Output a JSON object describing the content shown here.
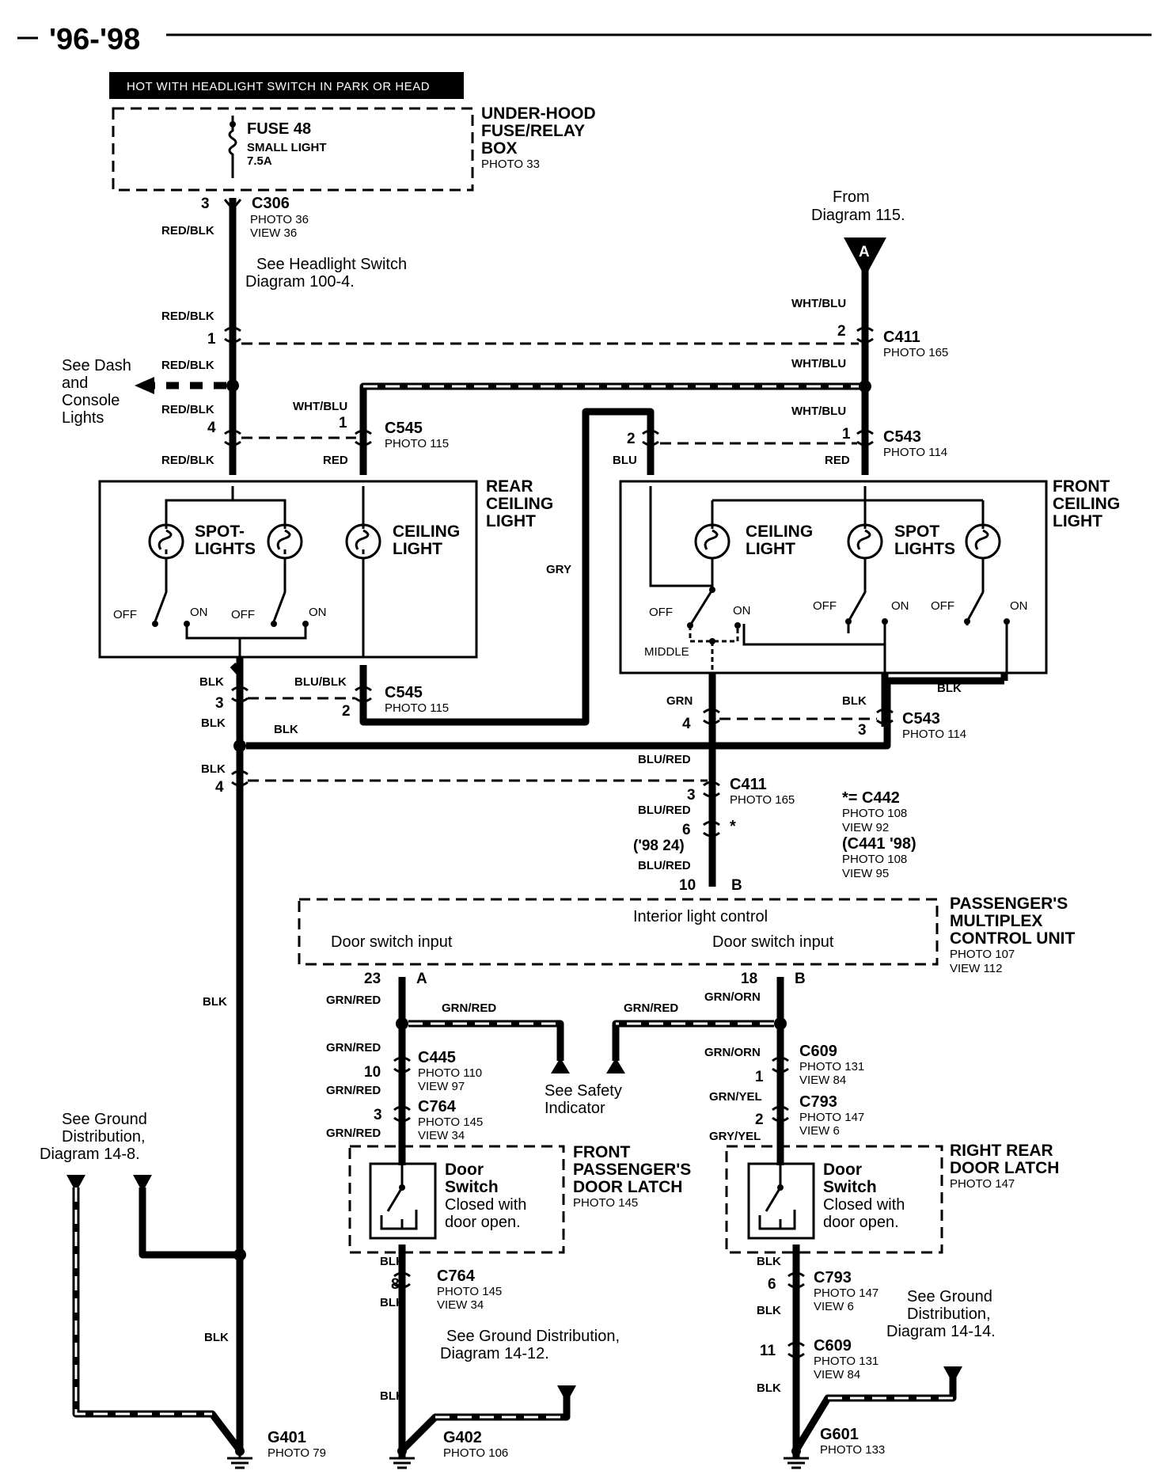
{
  "header": {
    "years": "'96-'98"
  },
  "banner": "HOT WITH HEADLIGHT SWITCH IN PARK OR HEAD",
  "fuse_box": {
    "title": [
      "UNDER-HOOD",
      "FUSE/RELAY",
      "BOX"
    ],
    "photo": "PHOTO 33",
    "fuse": "FUSE 48",
    "fuse_name": "SMALL LIGHT",
    "rating": "7.5A"
  },
  "from_diagram": {
    "line1": "From",
    "line2": "Diagram 115.",
    "marker": "A"
  },
  "connectors": {
    "c306": {
      "name": "C306",
      "photo": "PHOTO 36",
      "view": "VIEW 36",
      "pin": "3"
    },
    "c411_top": {
      "name": "C411",
      "photo": "PHOTO 165",
      "pin_left": "1",
      "pin_right": "2"
    },
    "c545_top": {
      "name": "C545",
      "photo": "PHOTO 115",
      "pin_left": "4",
      "pin_right": "1"
    },
    "c543_top": {
      "name": "C543",
      "photo": "PHOTO 114",
      "pin_left": "2",
      "pin_right": "1"
    },
    "c545_bot": {
      "name": "C545",
      "photo": "PHOTO 115",
      "pin_left": "3",
      "pin_right": "2"
    },
    "c543_bot": {
      "name": "C543",
      "photo": "PHOTO 114",
      "pin_left": "4",
      "pin_right": "3"
    },
    "c411_bot": {
      "name": "C411",
      "photo": "PHOTO 165",
      "pin_left": "4",
      "pin_right": "3"
    },
    "c442": {
      "star": "*",
      "pin": "6",
      "alt": "('98 24)",
      "line1": "*= C442",
      "photo1": "PHOTO 108",
      "view1": "VIEW 92",
      "line2": "(C441 '98)",
      "photo2": "PHOTO 108",
      "view2": "VIEW 95"
    },
    "c445": {
      "name": "C445",
      "photo": "PHOTO 110",
      "view": "VIEW 97",
      "pin": "10"
    },
    "c764a": {
      "name": "C764",
      "photo": "PHOTO 145",
      "view": "VIEW 34",
      "pin": "3"
    },
    "c764b": {
      "name": "C764",
      "photo": "PHOTO 145",
      "view": "VIEW 34",
      "pin": "8"
    },
    "c609a": {
      "name": "C609",
      "photo": "PHOTO 131",
      "view": "VIEW 84",
      "pin": "1"
    },
    "c793a": {
      "name": "C793",
      "photo": "PHOTO 147",
      "view": "VIEW 6",
      "pin": "2"
    },
    "c793b": {
      "name": "C793",
      "photo": "PHOTO 147",
      "view": "VIEW 6",
      "pin": "6"
    },
    "c609b": {
      "name": "C609",
      "photo": "PHOTO 131",
      "view": "VIEW 84",
      "pin": "11"
    }
  },
  "wires": {
    "red_blk": "RED/BLK",
    "wht_blu": "WHT/BLU",
    "red": "RED",
    "blu": "BLU",
    "gry": "GRY",
    "blk": "BLK",
    "blu_blk": "BLU/BLK",
    "grn": "GRN",
    "blu_red": "BLU/RED",
    "grn_red": "GRN/RED",
    "grn_orn": "GRN/ORN",
    "grn_yel": "GRN/YEL",
    "gry_yel": "GRY/YEL"
  },
  "notes": {
    "headlight_switch": [
      "See Headlight Switch",
      "Diagram 100-4."
    ],
    "dash_lights": [
      "See Dash",
      "and",
      "Console",
      "Lights"
    ],
    "safety": [
      "See Safety",
      "Indicator"
    ],
    "ground_left": [
      "See Ground",
      "Distribution,",
      "Diagram 14-8."
    ],
    "ground_mid": [
      "See Ground Distribution,",
      "Diagram 14-12."
    ],
    "ground_right": [
      "See Ground",
      "Distribution,",
      "Diagram 14-14."
    ]
  },
  "rear_light": {
    "title": [
      "REAR",
      "CEILING",
      "LIGHT"
    ],
    "spot": [
      "SPOT-",
      "LIGHTS"
    ],
    "ceiling": [
      "CEILING",
      "LIGHT"
    ],
    "off1": "OFF",
    "on1": "ON",
    "off2": "OFF",
    "on2": "ON"
  },
  "front_light": {
    "title": [
      "FRONT",
      "CEILING",
      "LIGHT"
    ],
    "ceiling": [
      "CEILING",
      "LIGHT"
    ],
    "spot": [
      "SPOT",
      "LIGHTS"
    ],
    "off1": "OFF",
    "on1": "ON",
    "middle": "MIDDLE",
    "off2": "OFF",
    "on2": "ON",
    "off3": "OFF",
    "on3": "ON"
  },
  "mpcs": {
    "title": [
      "PASSENGER'S",
      "MULTIPLEX",
      "CONTROL UNIT"
    ],
    "photo": "PHOTO 107",
    "view": "VIEW 112",
    "center": "Interior light control",
    "left_input": "Door switch input",
    "right_input": "Door switch input",
    "pin_top": "10",
    "pin_top_letter": "B",
    "pin_left": "23",
    "pin_left_letter": "A",
    "pin_right": "18",
    "pin_right_letter": "B"
  },
  "front_latch": {
    "title": [
      "FRONT",
      "PASSENGER'S",
      "DOOR LATCH"
    ],
    "photo": "PHOTO 145",
    "switch": [
      "Door",
      "Switch"
    ],
    "desc": [
      "Closed with",
      "door open."
    ]
  },
  "rear_latch": {
    "title": [
      "RIGHT REAR",
      "DOOR LATCH"
    ],
    "photo": "PHOTO 147",
    "switch": [
      "Door",
      "Switch"
    ],
    "desc": [
      "Closed with",
      "door open."
    ]
  },
  "grounds": {
    "g401": {
      "name": "G401",
      "photo": "PHOTO 79"
    },
    "g402": {
      "name": "G402",
      "photo": "PHOTO 106"
    },
    "g601": {
      "name": "G601",
      "photo": "PHOTO 133"
    }
  }
}
